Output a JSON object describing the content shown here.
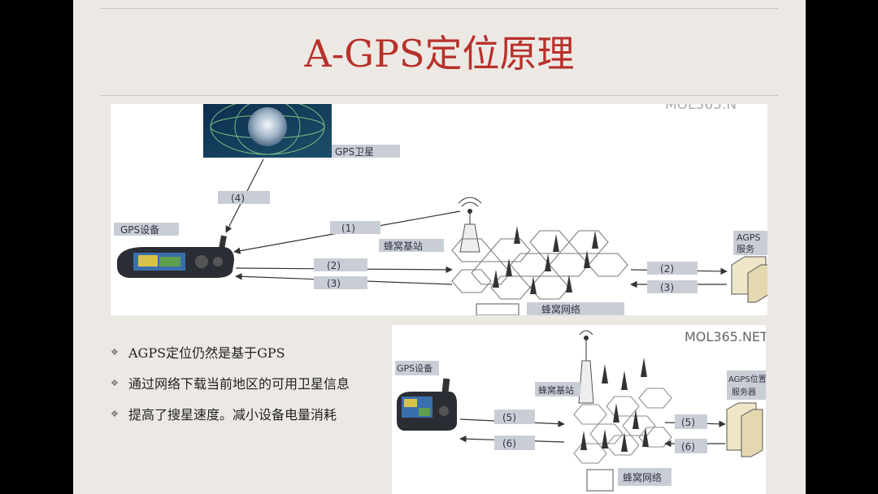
{
  "slide": {
    "title": "A-GPS定位原理",
    "bullets": [
      "AGPS定位仍然是基于GPS",
      "通过网络下载当前地区的可用卫星信息",
      "提高了搜星速度。减小设备电量消耗"
    ]
  },
  "diagram_top": {
    "watermark": "MOL365.N",
    "satellite_label": "GPS卫星",
    "device_label": "GPS设备",
    "base_station_label": "蜂窝基站",
    "network_label": "蜂窝网络",
    "server_label_line1": "AGPS",
    "server_label_line2": "服务",
    "step_4": "(4)",
    "step_1": "(1)",
    "step_2_left": "(2)",
    "step_3_left": "(3)",
    "step_2_right": "(2)",
    "step_3_right": "(3)"
  },
  "diagram_bottom": {
    "watermark": "MOL365.NET",
    "device_label": "GPS设备",
    "base_station_label": "蜂窝基站",
    "network_label": "蜂窝网络",
    "server_label_line1": "AGPS位置",
    "server_label_line2": "服务器",
    "step_5_left": "(5)",
    "step_6_left": "(6)",
    "step_5_right": "(5)",
    "step_6_right": "(6)"
  }
}
